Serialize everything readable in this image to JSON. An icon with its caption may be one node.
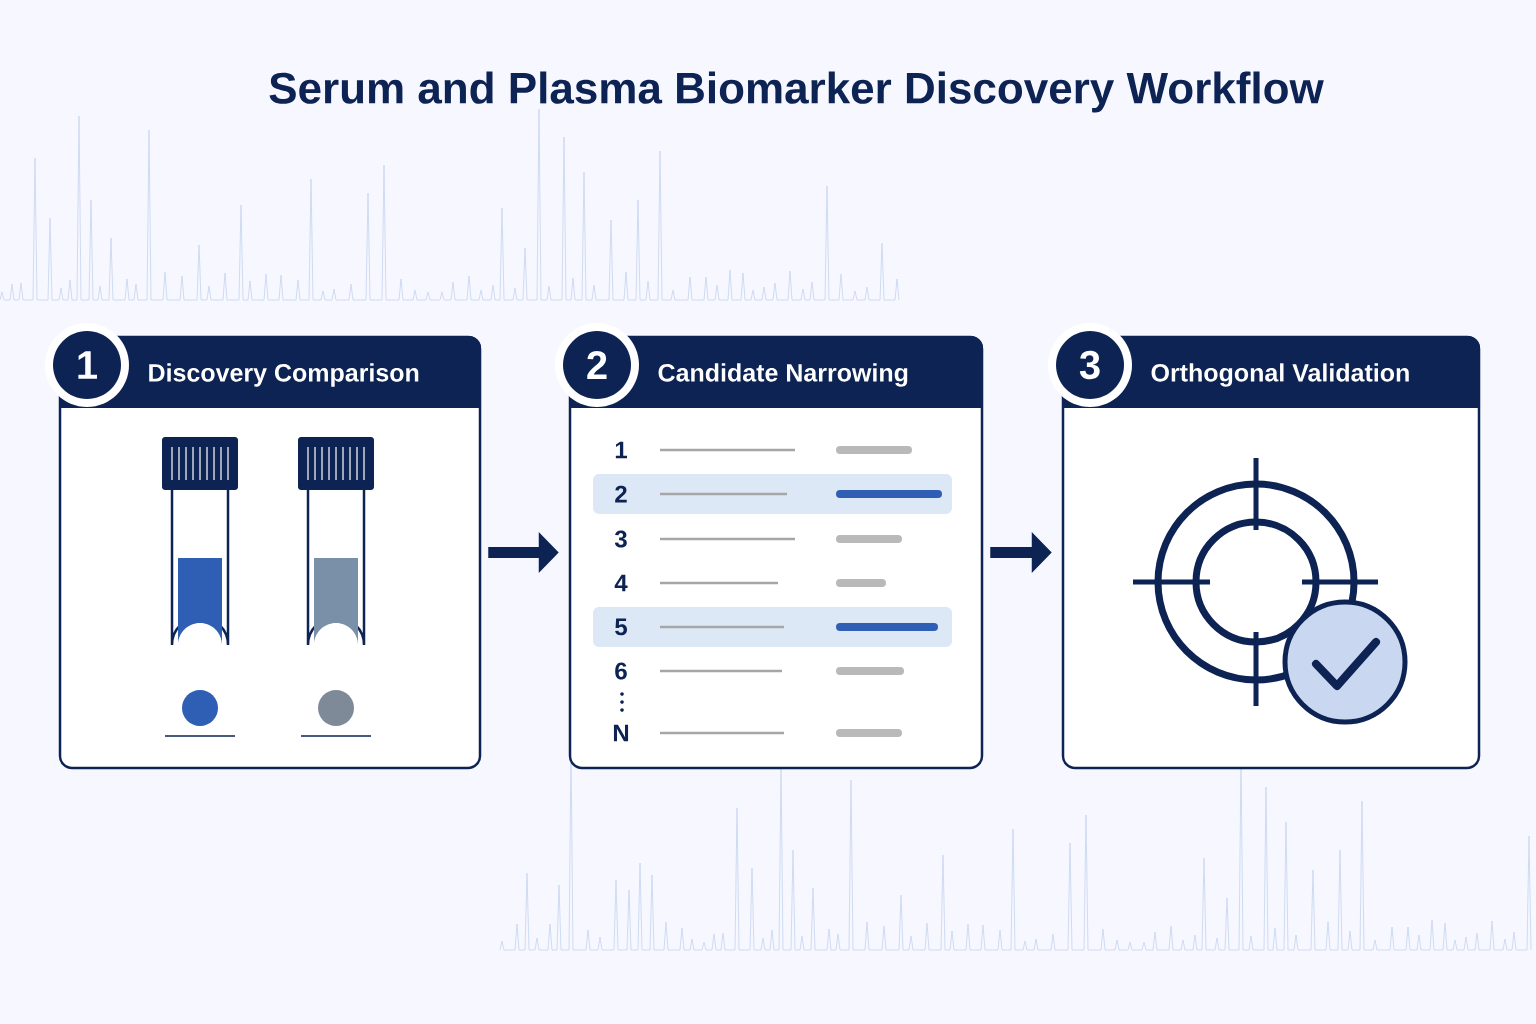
{
  "diagram": {
    "title": "Serum and Plasma Biomarker Discovery Workflow",
    "nodes": [
      {
        "text": [
          "1",
          "Discovery Comparison"
        ]
      },
      {
        "text": [
          "2",
          "Candidate Narrowing"
        ]
      },
      {
        "text": [
          "3",
          "Orthogonal Validation"
        ]
      }
    ],
    "edges": [
      {
        "from": 0,
        "to": 1,
        "arrow": "to"
      },
      {
        "from": 1,
        "to": 2,
        "arrow": "to"
      }
    ],
    "labels": [
      "1",
      "2",
      "3",
      "4",
      "5",
      "6",
      "N"
    ]
  }
}
